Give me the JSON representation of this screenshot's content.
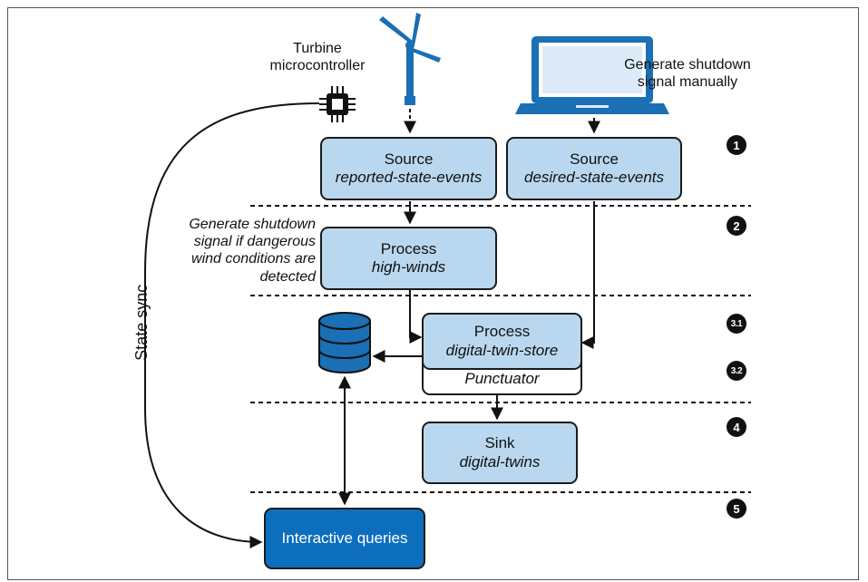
{
  "labels": {
    "turbine": "Turbine\nmicrocontroller",
    "manual": "Generate shutdown\nsignal manually",
    "dangerous": "Generate shutdown\nsignal if dangerous\nwind conditions are\ndetected",
    "state_sync": "State sync"
  },
  "boxes": {
    "source_reported": {
      "title": "Source",
      "subtitle": "reported-state-events"
    },
    "source_desired": {
      "title": "Source",
      "subtitle": "desired-state-events"
    },
    "process_high_winds": {
      "title": "Process",
      "subtitle": "high-winds"
    },
    "process_digital_twin": {
      "title": "Process",
      "subtitle": "digital-twin-store"
    },
    "punctuator": {
      "title": "Punctuator"
    },
    "sink": {
      "title": "Sink",
      "subtitle": "digital-twins"
    },
    "interactive_queries": {
      "title": "Interactive queries"
    }
  },
  "steps": [
    "1",
    "2",
    "3.1",
    "3.2",
    "4",
    "5"
  ],
  "colors": {
    "box_fill": "#b9d8ef",
    "accent_fill": "#0d6ebd",
    "icon_blue": "#1a6fb5"
  }
}
